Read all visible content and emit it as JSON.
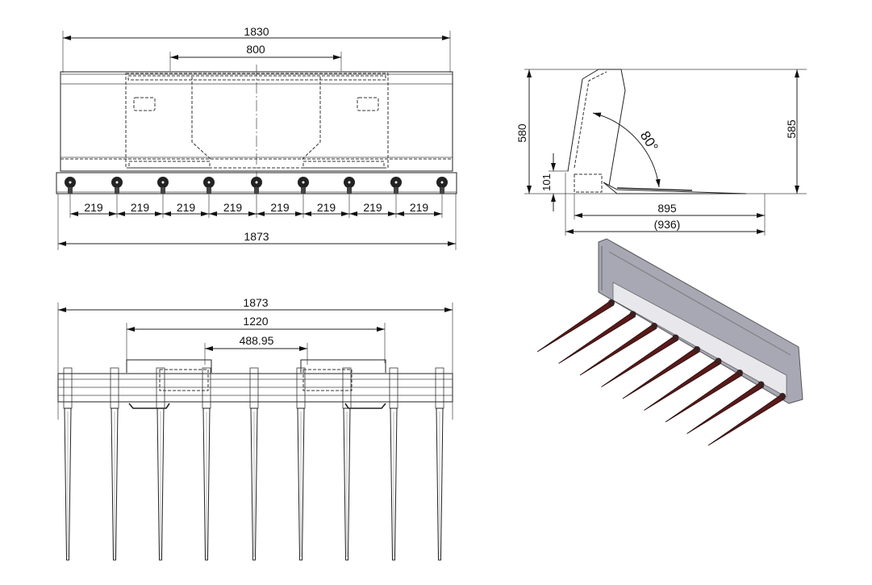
{
  "front_view": {
    "overall_width": "1830",
    "mount_width": "800",
    "tine_spacing": [
      "219",
      "219",
      "219",
      "219",
      "219",
      "219",
      "219",
      "219"
    ],
    "total_width": "1873"
  },
  "side_view": {
    "height_left": "580",
    "height_right": "585",
    "bottom_height": "101",
    "angle": "80°",
    "tine_length": "895",
    "overall_depth": "(936)"
  },
  "top_view": {
    "total_width": "1873",
    "frame_width": "1220",
    "center_width": "488.95"
  },
  "colors": {
    "frame": "#a8a8b4",
    "tines": "#5a1a1a"
  }
}
